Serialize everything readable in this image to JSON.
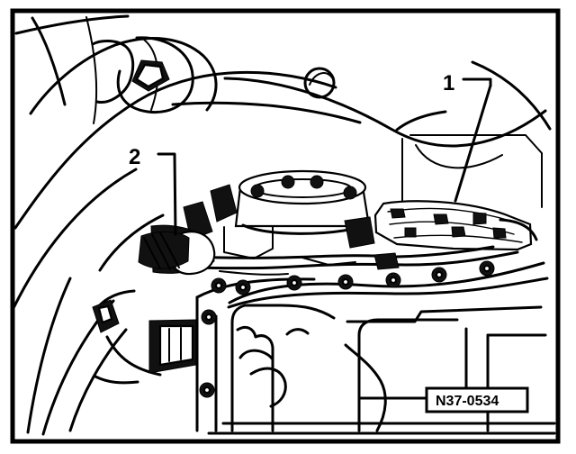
{
  "figure": {
    "callouts": [
      {
        "id": "1",
        "label": "1"
      },
      {
        "id": "2",
        "label": "2"
      }
    ],
    "figure_code": "N37-0534"
  }
}
